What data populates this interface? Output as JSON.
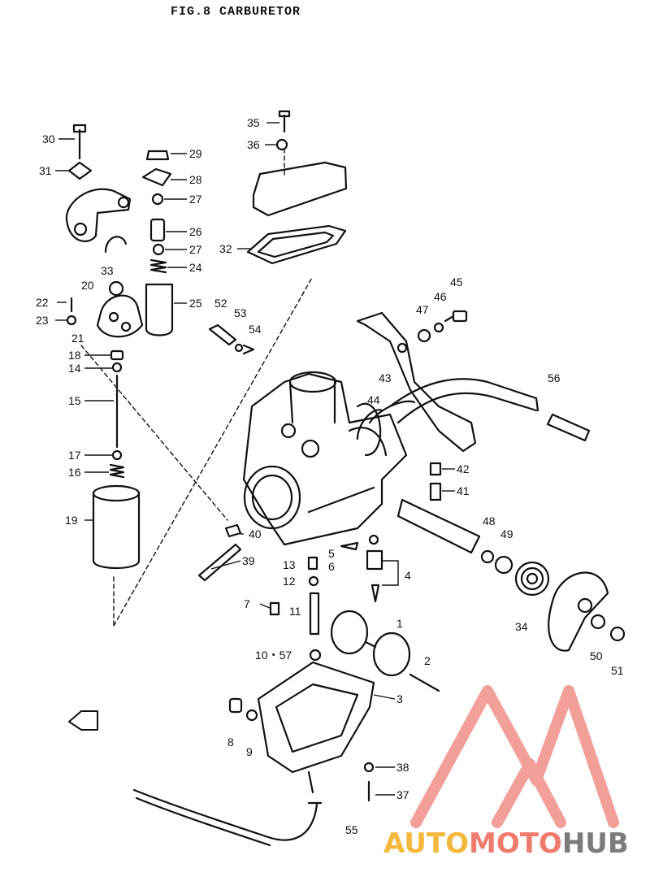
{
  "title": "FIG.8  CARBURETOR",
  "watermark": {
    "part1": "AUTO",
    "part2": "MOTO",
    "part3": "HUB",
    "color_auto": "#f4b93c",
    "color_moto": "#ef7a6e",
    "color_hub": "#7b7b7b"
  },
  "labels": {
    "l1": "1",
    "l2": "2",
    "l3": "3",
    "l4": "4",
    "l5": "5",
    "l6": "6",
    "l7": "7",
    "l8": "8",
    "l9": "9",
    "l1057": "10・57",
    "l11": "11",
    "l12": "12",
    "l13": "13",
    "l14": "14",
    "l15": "15",
    "l16": "16",
    "l17": "17",
    "l18": "18",
    "l19": "19",
    "l20": "20",
    "l21": "21",
    "l22": "22",
    "l23": "23",
    "l24": "24",
    "l25": "25",
    "l26": "26",
    "l27a": "27",
    "l27b": "27",
    "l28": "28",
    "l29": "29",
    "l30": "30",
    "l31": "31",
    "l32": "32",
    "l33": "33",
    "l34": "34",
    "l35": "35",
    "l36": "36",
    "l37": "37",
    "l38": "38",
    "l39": "39",
    "l40": "40",
    "l41": "41",
    "l42": "42",
    "l43": "43",
    "l44": "44",
    "l45": "45",
    "l46": "46",
    "l47": "47",
    "l48": "48",
    "l49": "49",
    "l50": "50",
    "l51": "51",
    "l52": "52",
    "l53": "53",
    "l54": "54",
    "l55": "55",
    "l56": "56"
  },
  "icons": [
    "front-arrow-icon",
    "automotohub-logo-icon"
  ]
}
